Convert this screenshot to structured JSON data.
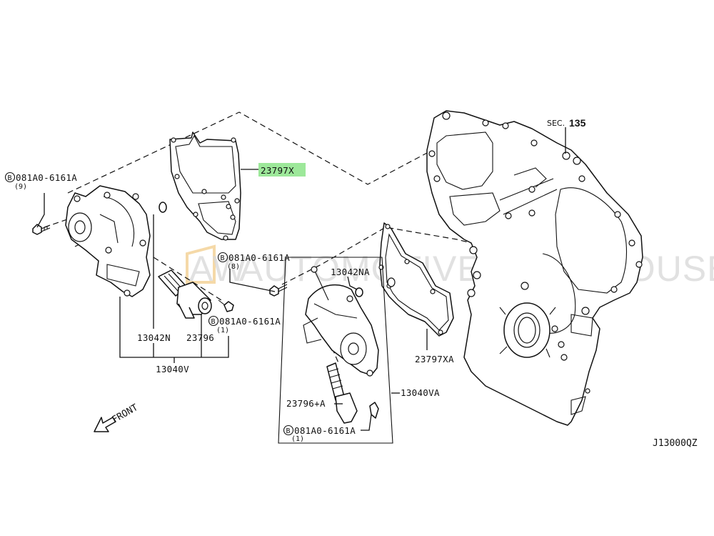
{
  "diagram": {
    "title_code": "J13000QZ",
    "section_ref": {
      "prefix": "SEC.",
      "number": "135"
    },
    "front_label": "FRONT",
    "watermark": {
      "logo": "AW",
      "text": "AUTOMOTIVE WAREHOUSE",
      "logo_color": "#f5d9a8"
    },
    "highlight_color": "#9de89a",
    "callouts": [
      {
        "id": "bolt-9",
        "bolt_symbol": "B",
        "part": "081A0-6161A",
        "qty": "(9)"
      },
      {
        "id": "gasket-x",
        "part": "23797X",
        "highlighted": true
      },
      {
        "id": "bolt-8",
        "bolt_symbol": "B",
        "part": "081A0-6161A",
        "qty": "(8)"
      },
      {
        "id": "seal-na",
        "part": "13042NA"
      },
      {
        "id": "bolt-1-left",
        "bolt_symbol": "B",
        "part": "081A0-6161A",
        "qty": "(1)"
      },
      {
        "id": "seal-n",
        "part": "13042N"
      },
      {
        "id": "valve",
        "part": "23796"
      },
      {
        "id": "assy-v",
        "part": "13040V"
      },
      {
        "id": "gasket-xa",
        "part": "23797XA"
      },
      {
        "id": "assy-va",
        "part": "13040VA"
      },
      {
        "id": "valve-a",
        "part": "23796+A"
      },
      {
        "id": "bolt-1-right",
        "bolt_symbol": "B",
        "part": "081A0-6161A",
        "qty": "(1)"
      }
    ]
  }
}
